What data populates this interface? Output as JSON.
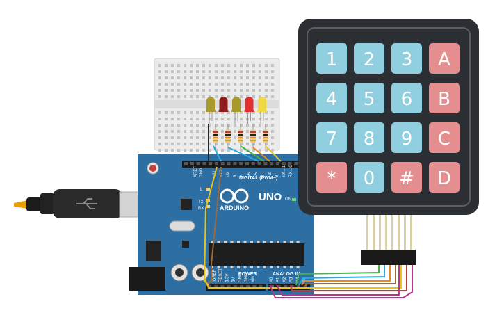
{
  "board": {
    "logo_text": "ARDUINO",
    "model": "UNO",
    "digital_label": "DIGITAL (PWM~)",
    "analog_label": "ANALOG IN",
    "power_label": "POWER",
    "on_label": "ON",
    "tx_label": "TX",
    "rx_label": "RX",
    "l_label": "L",
    "aref_label": "AREF",
    "gnd_label": "GND",
    "digital_pins": [
      "~11",
      "~10",
      "~9",
      "8",
      "7",
      "~6",
      "~5",
      "4",
      "~3",
      "2",
      "TX→1",
      "RX←0"
    ],
    "analog_pins": [
      "A0",
      "A1",
      "A2",
      "A3",
      "A4",
      "A5"
    ],
    "power_pins": [
      "IOREF",
      "RESET",
      "3.3V",
      "5V",
      "GND",
      "GND",
      "Vin"
    ]
  },
  "keypad": {
    "keys": [
      {
        "label": "1",
        "color": "#8fcfe0"
      },
      {
        "label": "2",
        "color": "#8fcfe0"
      },
      {
        "label": "3",
        "color": "#8fcfe0"
      },
      {
        "label": "A",
        "color": "#e58e90"
      },
      {
        "label": "4",
        "color": "#8fcfe0"
      },
      {
        "label": "5",
        "color": "#8fcfe0"
      },
      {
        "label": "6",
        "color": "#8fcfe0"
      },
      {
        "label": "B",
        "color": "#e58e90"
      },
      {
        "label": "7",
        "color": "#8fcfe0"
      },
      {
        "label": "8",
        "color": "#8fcfe0"
      },
      {
        "label": "9",
        "color": "#8fcfe0"
      },
      {
        "label": "C",
        "color": "#e58e90"
      },
      {
        "label": "*",
        "color": "#e58e90"
      },
      {
        "label": "0",
        "color": "#8fcfe0"
      },
      {
        "label": "#",
        "color": "#e58e90"
      },
      {
        "label": "D",
        "color": "#e58e90"
      }
    ]
  },
  "leds": [
    {
      "color": "#a89a2a"
    },
    {
      "color": "#8e1c1c"
    },
    {
      "color": "#a89a2a"
    },
    {
      "color": "#e03030"
    },
    {
      "color": "#f0d840"
    }
  ],
  "colors": {
    "pcb": "#2d6fa3",
    "keypad_body": "#2b2f33",
    "breadboard": "#ebebeb",
    "usb_plug": "#2a2a2a"
  }
}
